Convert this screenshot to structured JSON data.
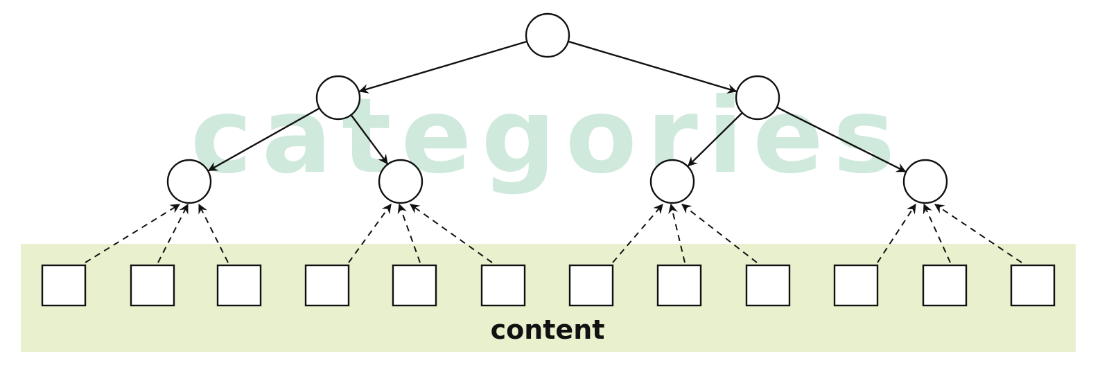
{
  "labels": {
    "watermark": "categories",
    "band": "content"
  },
  "colors": {
    "band_fill": "#e9f0cd",
    "watermark_fill": "#cfe9dc",
    "stroke": "#111111",
    "node_fill": "#ffffff",
    "label": "#111111"
  },
  "tree": {
    "category_nodes": 7,
    "content_items": 12,
    "category_edges": [
      [
        0,
        1
      ],
      [
        0,
        2
      ],
      [
        1,
        3
      ],
      [
        1,
        4
      ],
      [
        2,
        5
      ],
      [
        2,
        6
      ]
    ],
    "content_links": [
      [
        0,
        3
      ],
      [
        1,
        3
      ],
      [
        2,
        3
      ],
      [
        3,
        4
      ],
      [
        4,
        4
      ],
      [
        5,
        4
      ],
      [
        6,
        5
      ],
      [
        7,
        5
      ],
      [
        8,
        5
      ],
      [
        9,
        6
      ],
      [
        10,
        6
      ],
      [
        11,
        6
      ]
    ]
  }
}
